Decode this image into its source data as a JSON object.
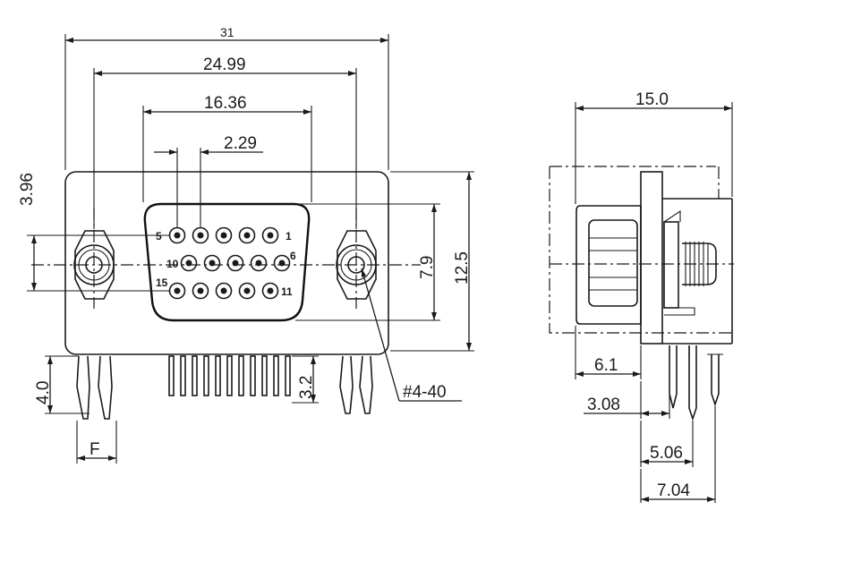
{
  "front_view": {
    "overall_width": "31",
    "mount_hole_spacing": "24.99",
    "shell_width": "16.36",
    "pin_pitch": "2.29",
    "row_offset": "3.96",
    "shell_height": "7.9",
    "flange_height": "12.5",
    "pin_length": "3.2",
    "board_lock_length": "4.0",
    "dimension_f": "F",
    "thread": "#4-40",
    "pin_labels": {
      "top_left": "5",
      "top_right": "1",
      "mid_left": "10",
      "mid_right": "6",
      "bottom_left": "15",
      "bottom_right": "11"
    }
  },
  "side_view": {
    "depth": "15.0",
    "flange_offset": "6.1",
    "row_a": "3.08",
    "row_b": "5.06",
    "row_c": "7.04"
  }
}
